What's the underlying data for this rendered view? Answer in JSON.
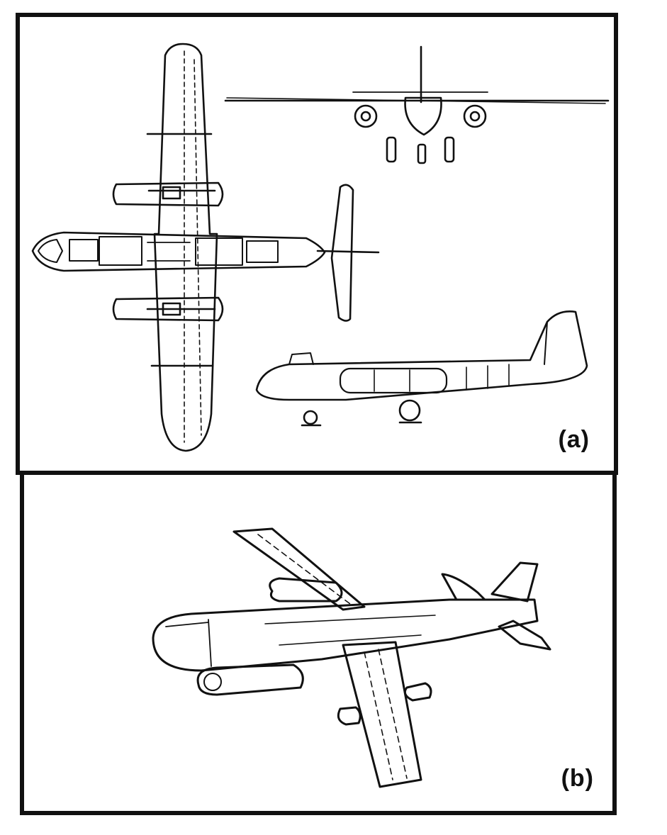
{
  "panels": [
    {
      "id": "a",
      "label": "(a)",
      "views": [
        "top-view",
        "front-view",
        "side-view"
      ]
    },
    {
      "id": "b",
      "label": "(b)",
      "views": [
        "perspective-view"
      ]
    }
  ],
  "colors": {
    "line": "#111111",
    "paper": "#ffffff"
  }
}
